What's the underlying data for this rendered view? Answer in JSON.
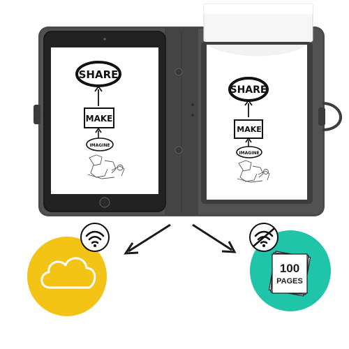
{
  "doodle": {
    "share": "SHARE",
    "make": "MAKE",
    "imagine": "IMAGINE"
  },
  "badge": {
    "pages_count": "100",
    "pages_label": "PAGES"
  },
  "colors": {
    "folio": "#4a4a4a",
    "cloud_circle": "#f3c316",
    "pages_circle": "#1fc4a9"
  },
  "icons": [
    "wifi-icon",
    "wifi-off-icon",
    "cloud-icon",
    "paper-stack-icon"
  ]
}
